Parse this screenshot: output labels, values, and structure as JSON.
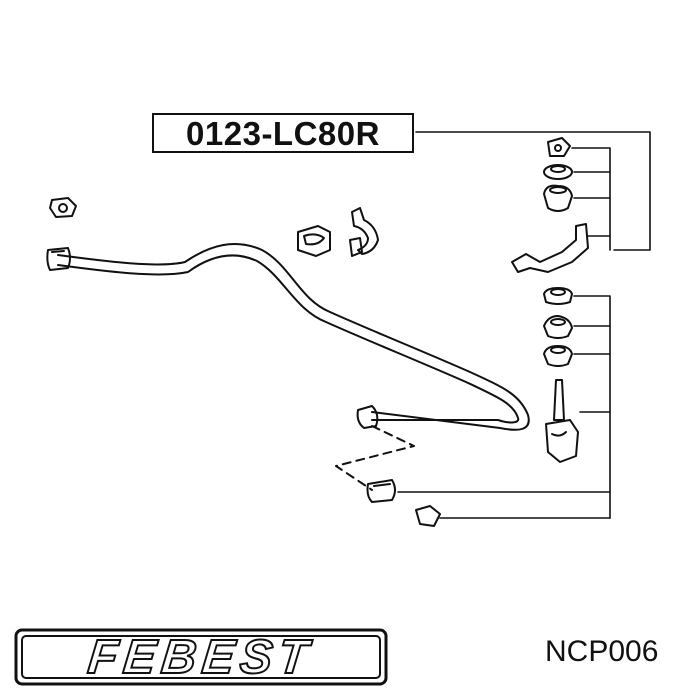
{
  "diagram": {
    "part_number": "0123-LC80R",
    "line_color": "#111111"
  },
  "footer": {
    "brand": "FEBEST",
    "article": "NCP006"
  }
}
